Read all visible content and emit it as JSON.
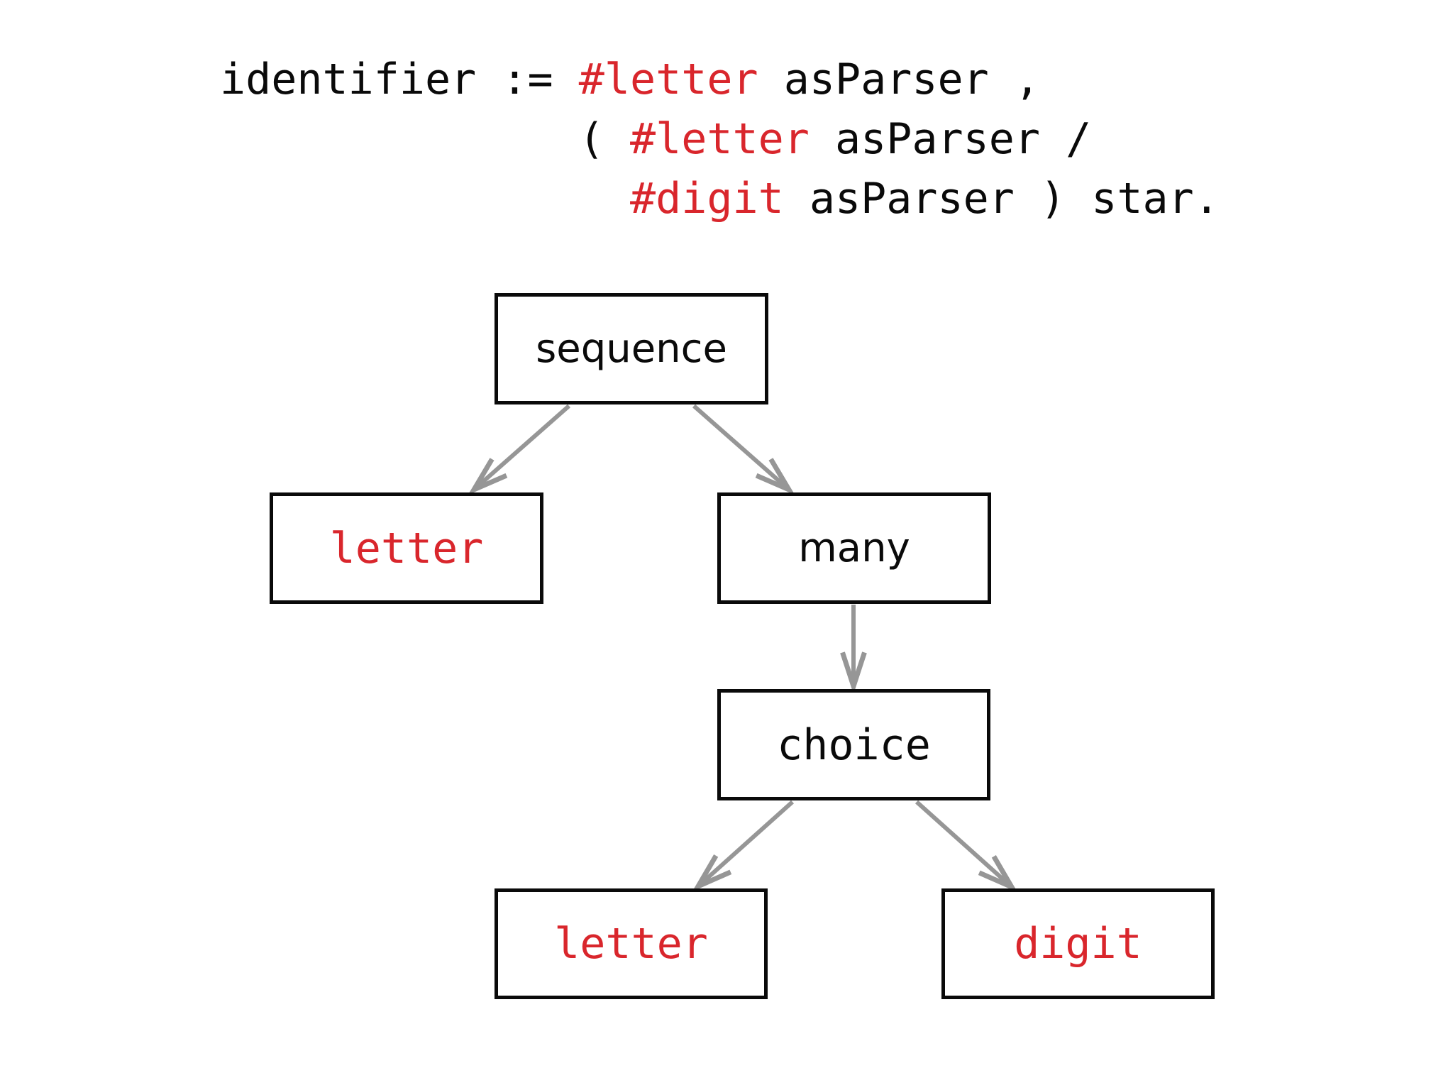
{
  "colors": {
    "background": "#ffffff",
    "text_black": "#0a0a0a",
    "accent_red": "#d9262c",
    "arrow_gray": "#969696",
    "box_border": "#0a0a0a"
  },
  "code": {
    "lines": [
      {
        "pre": "identifier := ",
        "red": "#letter",
        "post": " asParser ,"
      },
      {
        "pre": "              ( ",
        "red": "#letter",
        "post": " asParser /"
      },
      {
        "pre": "                ",
        "red": "#digit",
        "post": " asParser ) star."
      }
    ]
  },
  "tree": {
    "nodes": [
      {
        "id": "sequence",
        "label": "sequence",
        "text_color": "black",
        "font": "sans"
      },
      {
        "id": "letter-left",
        "label": "letter",
        "text_color": "red",
        "font": "mono"
      },
      {
        "id": "many",
        "label": "many",
        "text_color": "black",
        "font": "sans"
      },
      {
        "id": "choice",
        "label": "choice",
        "text_color": "black",
        "font": "mono"
      },
      {
        "id": "letter-bottom",
        "label": "letter",
        "text_color": "red",
        "font": "mono"
      },
      {
        "id": "digit",
        "label": "digit",
        "text_color": "red",
        "font": "mono"
      }
    ],
    "edges": [
      {
        "from": "sequence",
        "to": "letter-left"
      },
      {
        "from": "sequence",
        "to": "many"
      },
      {
        "from": "many",
        "to": "choice"
      },
      {
        "from": "choice",
        "to": "letter-bottom"
      },
      {
        "from": "choice",
        "to": "digit"
      }
    ]
  }
}
